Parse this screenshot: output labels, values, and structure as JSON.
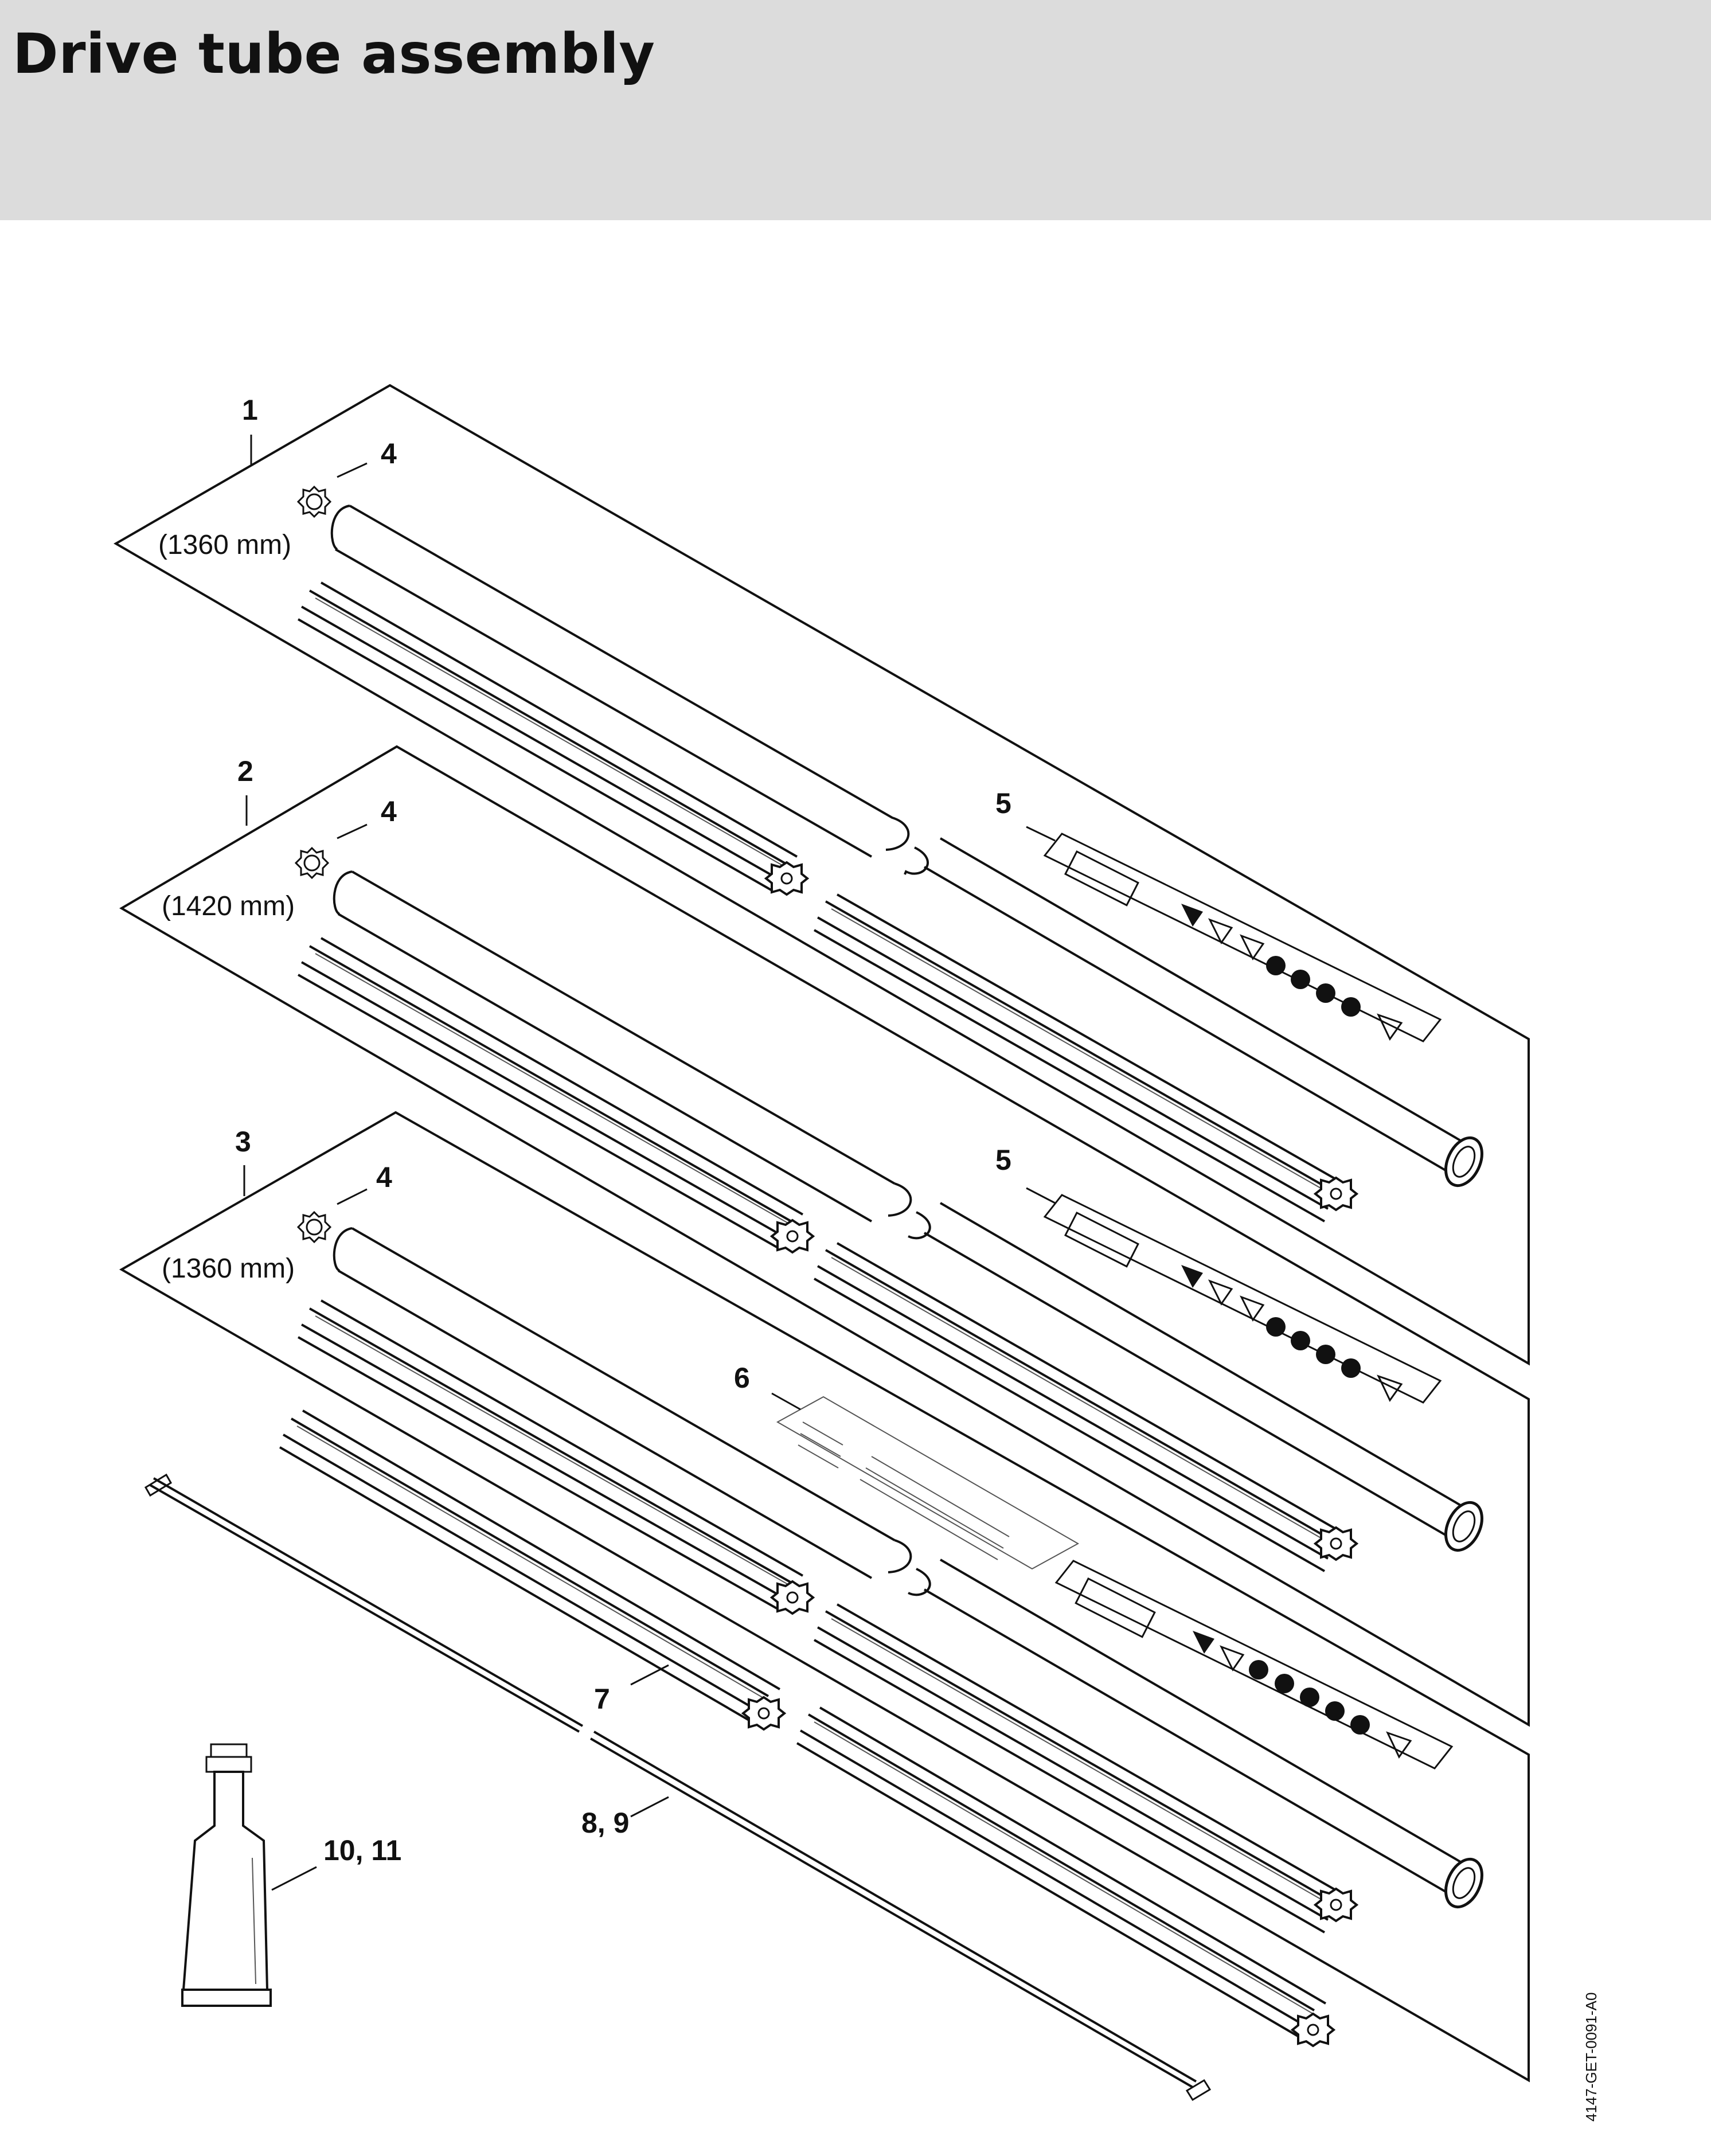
{
  "header": {
    "title": "Drive tube assembly"
  },
  "callouts": {
    "c1": "1",
    "c2": "2",
    "c3": "3",
    "c4a": "4",
    "c4b": "4",
    "c4c": "4",
    "c5a": "5",
    "c5b": "5",
    "c6": "6",
    "c7": "7",
    "c89": "8, 9",
    "c1011": "10, 11"
  },
  "dimensions": {
    "d1": "(1360 mm)",
    "d2": "(1420 mm)",
    "d3": "(1360 mm)"
  },
  "drawing_code": "4147-GET-0091-A0",
  "colors": {
    "header_bg": "#dcdcdc",
    "ink": "#111111"
  }
}
